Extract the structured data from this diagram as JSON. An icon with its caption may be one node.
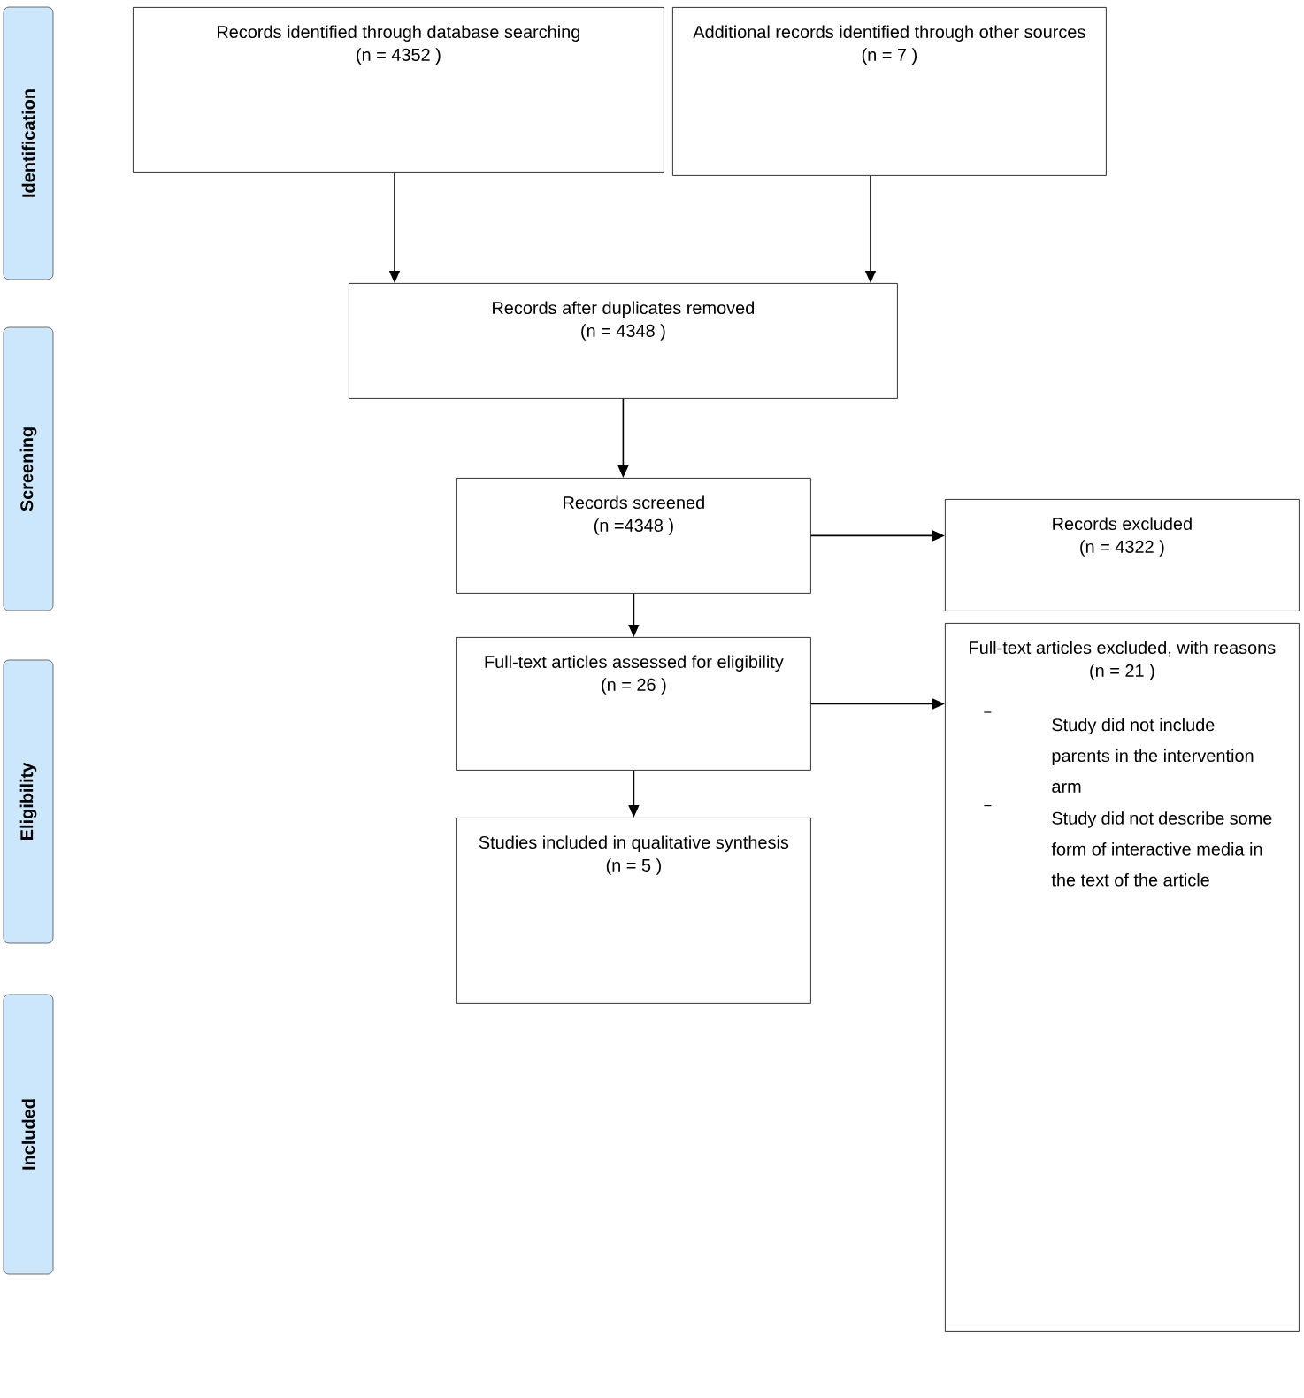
{
  "diagram": {
    "nodes": [
      {
        "text": [
          "Identification"
        ]
      },
      {
        "text": [
          "Screening"
        ]
      },
      {
        "text": [
          "Eligibility"
        ]
      },
      {
        "text": [
          "Included"
        ]
      },
      {
        "text": [
          "Records identified through database searching",
          "(n = 4352 )"
        ]
      },
      {
        "text": [
          "Additional records identified through other sources",
          "(n = 7 )"
        ]
      },
      {
        "text": [
          "Records after duplicates removed",
          "(n = 4348 )"
        ]
      },
      {
        "text": [
          "Records screened",
          "(n =4348 )"
        ]
      },
      {
        "text": [
          "Records excluded",
          "(n = 4322 )"
        ]
      },
      {
        "text": [
          "Full-text articles assessed for eligibility",
          "(n = 26 )"
        ]
      },
      {
        "text": [
          "Full-text articles excluded, with reasons",
          "(n = 21 )",
          "Study did not include parents in the intervention arm",
          "Study did not describe some form of interactive media in the text of the article"
        ]
      },
      {
        "text": [
          "Studies included in qualitative synthesis",
          "(n = 5 )"
        ]
      }
    ],
    "edges": [
      {
        "from": 4,
        "to": 6,
        "arrow": "to"
      },
      {
        "from": 5,
        "to": 6,
        "arrow": "to"
      },
      {
        "from": 6,
        "to": 7,
        "arrow": "to"
      },
      {
        "from": 7,
        "to": 8,
        "arrow": "to"
      },
      {
        "from": 7,
        "to": 9,
        "arrow": "to"
      },
      {
        "from": 9,
        "to": 10,
        "arrow": "to"
      },
      {
        "from": 9,
        "to": 11,
        "arrow": "to"
      }
    ]
  }
}
